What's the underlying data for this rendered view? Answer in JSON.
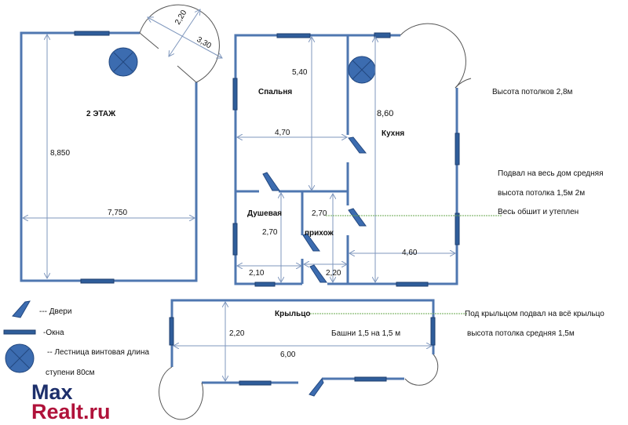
{
  "floor2": {
    "title": "2 ЭТАЖ",
    "height": "8,850",
    "width": "7,750",
    "tower_d1": "2,20",
    "tower_d2": "3,30"
  },
  "floor1": {
    "bedroom": "Спальня",
    "bedroom_height": "5,40",
    "bedroom_width": "4,70",
    "kitchen": "Кухня",
    "kitchen_height": "8,60",
    "kitchen_width": "4,60",
    "shower": "Душевая",
    "shower_height": "2,70",
    "shower_width": "2,10",
    "hall": "прихож",
    "hall_height": "2,70",
    "hall_width": "2,20"
  },
  "notes": {
    "ceiling": "Высота потолков  2,8м",
    "basement1": "Подвал на весь дом средняя",
    "basement2": "высота потолка 1,5м  2м",
    "basement3": "Весь обшит и утеплен"
  },
  "porch": {
    "title": "Крыльцо",
    "depth": "2,20",
    "width": "6,00",
    "towers": "Башни 1,5 на 1,5 м",
    "note1": "Под крыльцом подвал на всё крыльцо",
    "note2": "высота потолка средняя 1,5м"
  },
  "legend": {
    "doors": "--- Двери",
    "windows": "-Окна",
    "stairs": "-- Лестница винтовая длина",
    "stairs2": "ступени 80см"
  },
  "logo": {
    "line1": "Max",
    "line2": "Realt.ru"
  },
  "colors": {
    "wall": "#4f77b0",
    "window": "#2f5d9a",
    "logo_blue": "#1d2f6b",
    "logo_red": "#b0123a"
  }
}
